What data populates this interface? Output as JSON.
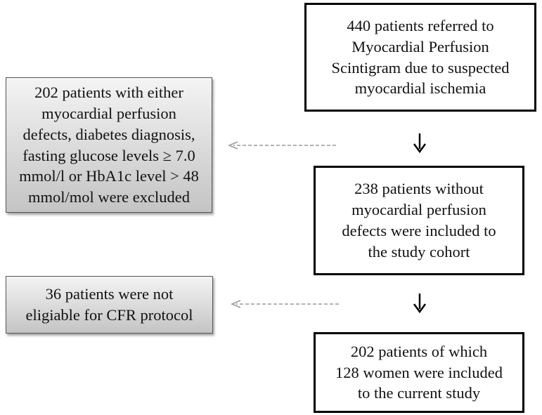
{
  "flowchart": {
    "referred_box": {
      "text": "440 patients referred to\nMyocardial Perfusion\nScintigram due to suspected\nmyocardial ischemia"
    },
    "excluded_box": {
      "text": "202 patients with either\nmyocardial perfusion\ndefects, diabetes diagnosis,\nfasting glucose levels ≥ 7.0\nmmol/l or HbA1c level > 48\nmmol/mol were excluded"
    },
    "included_box": {
      "text": "238 patients without\nmyocardial perfusion\ndefects were included to\nthe study cohort"
    },
    "not_eligible_box": {
      "text": "36 patients were not\neligiable for CFR protocol"
    },
    "final_box": {
      "text": "202 patients of which\n128 women were included\nto the current study"
    }
  },
  "colors": {
    "main_border": "#000000",
    "side_fill_top": "#f4f4f4",
    "side_fill_bottom": "#c4c4c4",
    "dashed_arrow": "#9a9a9a"
  }
}
